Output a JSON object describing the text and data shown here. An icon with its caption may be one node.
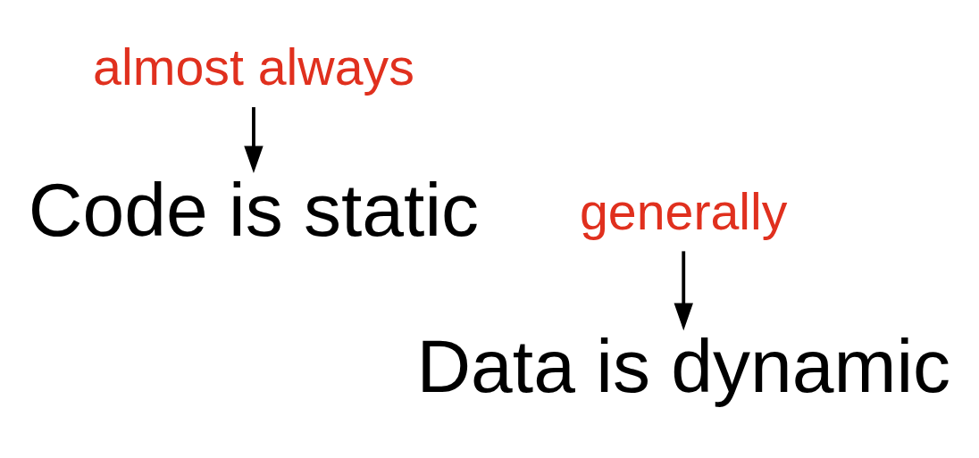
{
  "diagram": {
    "nodes": [
      {
        "text": [
          "almost always"
        ]
      },
      {
        "text": [
          "Code is static"
        ]
      },
      {
        "text": [
          "generally"
        ]
      },
      {
        "text": [
          "Data is dynamic"
        ]
      }
    ],
    "edges": [
      {
        "from": 0,
        "to": 1,
        "arrow": "to"
      },
      {
        "from": 2,
        "to": 3,
        "arrow": "to"
      }
    ]
  }
}
